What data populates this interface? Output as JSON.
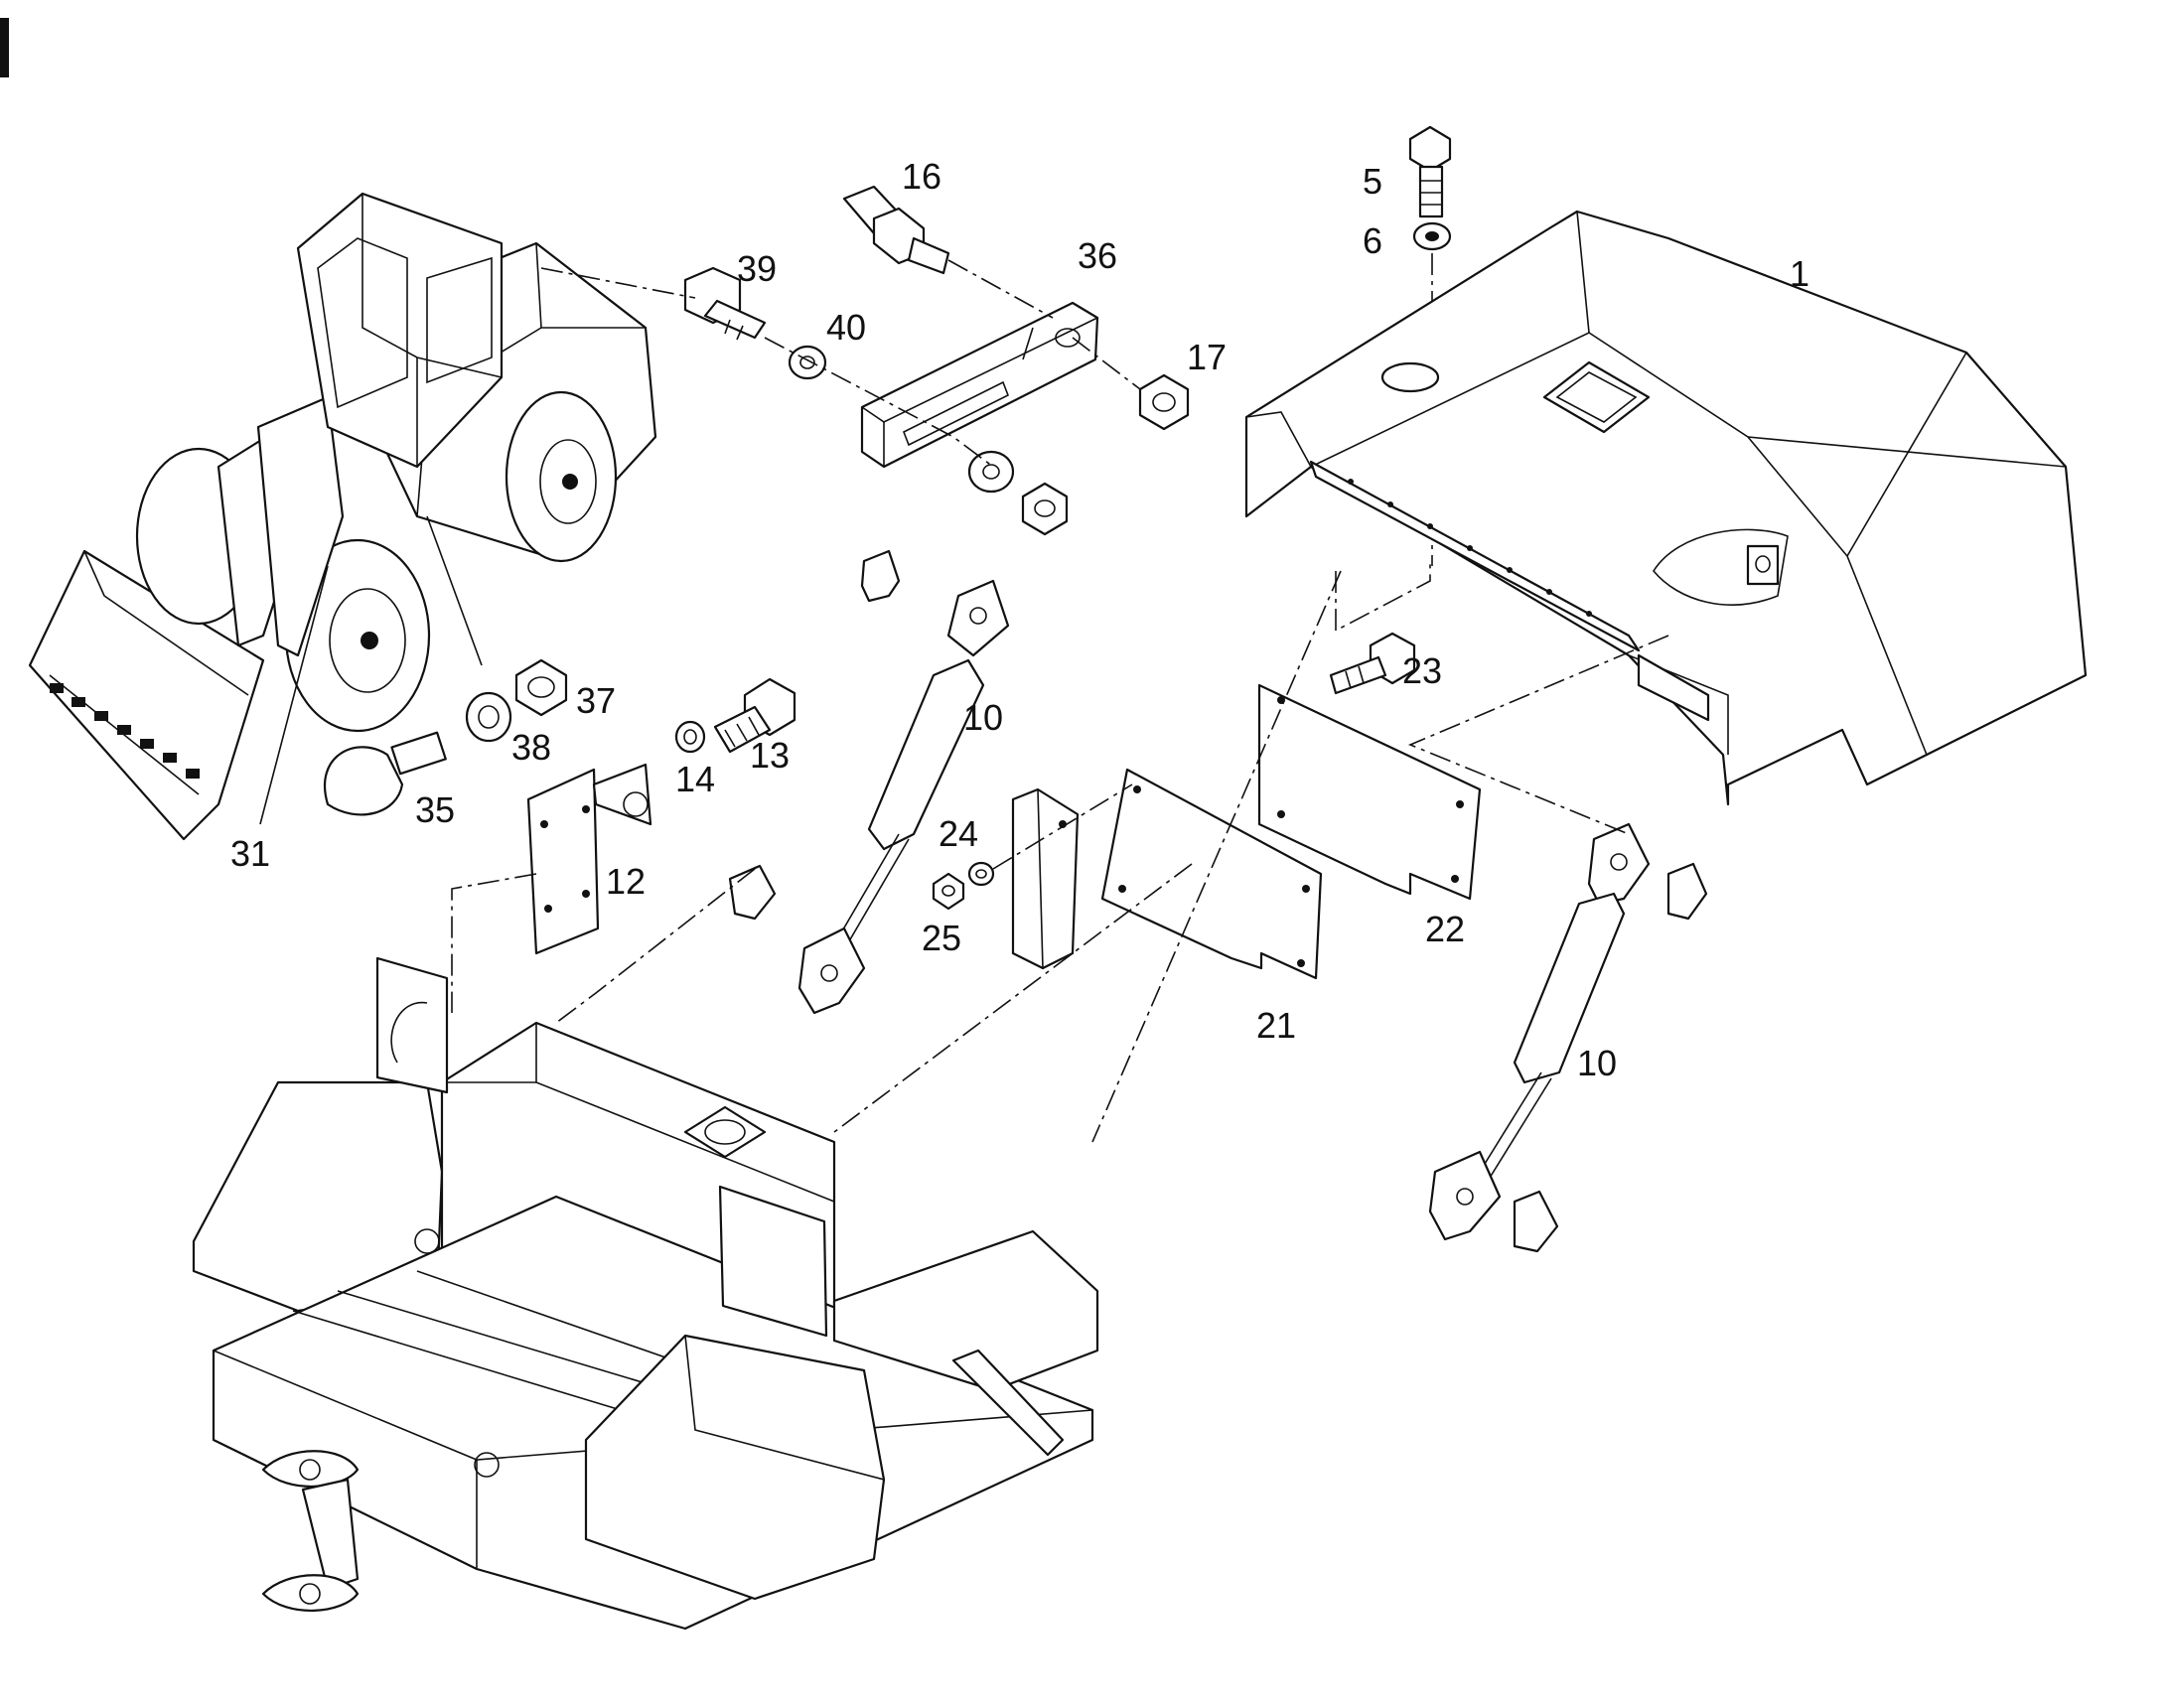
{
  "diagram": {
    "parts": [
      {
        "id": "p1",
        "label": "1"
      },
      {
        "id": "p5",
        "label": "5"
      },
      {
        "id": "p6",
        "label": "6"
      },
      {
        "id": "p10a",
        "label": "10"
      },
      {
        "id": "p10b",
        "label": "10"
      },
      {
        "id": "p12",
        "label": "12"
      },
      {
        "id": "p13",
        "label": "13"
      },
      {
        "id": "p14",
        "label": "14"
      },
      {
        "id": "p16",
        "label": "16"
      },
      {
        "id": "p17",
        "label": "17"
      },
      {
        "id": "p21",
        "label": "21"
      },
      {
        "id": "p22",
        "label": "22"
      },
      {
        "id": "p23",
        "label": "23"
      },
      {
        "id": "p24",
        "label": "24"
      },
      {
        "id": "p25",
        "label": "25"
      },
      {
        "id": "p31",
        "label": "31"
      },
      {
        "id": "p35",
        "label": "35"
      },
      {
        "id": "p36",
        "label": "36"
      },
      {
        "id": "p37",
        "label": "37"
      },
      {
        "id": "p38",
        "label": "38"
      },
      {
        "id": "p39",
        "label": "39"
      },
      {
        "id": "p40",
        "label": "40"
      }
    ]
  }
}
